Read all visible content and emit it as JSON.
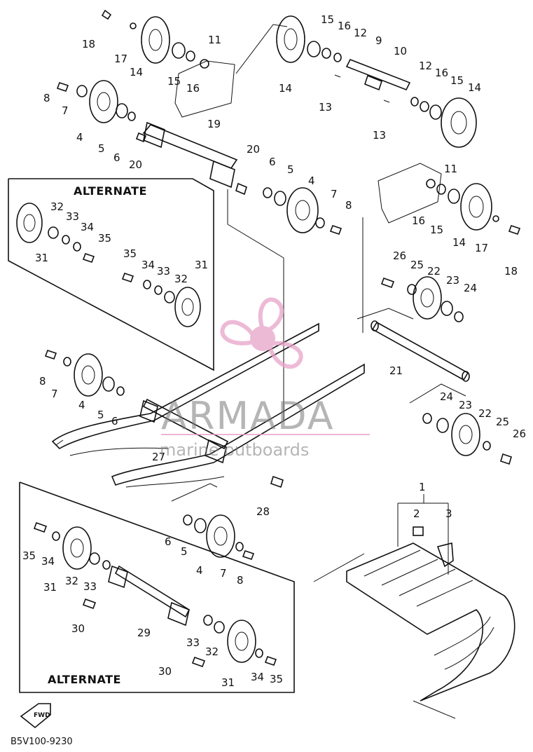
{
  "diagram": {
    "alternate_label": "ALTERNATE",
    "drawing_code": "B5V100-9230",
    "fwd_label": "FWD",
    "labels": [
      {
        "id": "18a",
        "text": "18"
      },
      {
        "id": "17a",
        "text": "17"
      },
      {
        "id": "14a",
        "text": "14"
      },
      {
        "id": "15a",
        "text": "15"
      },
      {
        "id": "16a",
        "text": "16"
      },
      {
        "id": "11a",
        "text": "11"
      },
      {
        "id": "14b",
        "text": "14"
      },
      {
        "id": "15b",
        "text": "15"
      },
      {
        "id": "16b",
        "text": "16"
      },
      {
        "id": "12a",
        "text": "12"
      },
      {
        "id": "9",
        "text": "9"
      },
      {
        "id": "10",
        "text": "10"
      },
      {
        "id": "12b",
        "text": "12"
      },
      {
        "id": "16c",
        "text": "16"
      },
      {
        "id": "15c",
        "text": "15"
      },
      {
        "id": "14c",
        "text": "14"
      },
      {
        "id": "13a",
        "text": "13"
      },
      {
        "id": "13b",
        "text": "13"
      },
      {
        "id": "8a",
        "text": "8"
      },
      {
        "id": "7a",
        "text": "7"
      },
      {
        "id": "4a",
        "text": "4"
      },
      {
        "id": "5a",
        "text": "5"
      },
      {
        "id": "6a",
        "text": "6"
      },
      {
        "id": "20a",
        "text": "20"
      },
      {
        "id": "19",
        "text": "19"
      },
      {
        "id": "20b",
        "text": "20"
      },
      {
        "id": "6b",
        "text": "6"
      },
      {
        "id": "5b",
        "text": "5"
      },
      {
        "id": "4b",
        "text": "4"
      },
      {
        "id": "7b",
        "text": "7"
      },
      {
        "id": "8b",
        "text": "8"
      },
      {
        "id": "11b",
        "text": "11"
      },
      {
        "id": "16d",
        "text": "16"
      },
      {
        "id": "15d",
        "text": "15"
      },
      {
        "id": "14d",
        "text": "14"
      },
      {
        "id": "17b",
        "text": "17"
      },
      {
        "id": "18b",
        "text": "18"
      },
      {
        "id": "32a",
        "text": "32"
      },
      {
        "id": "33a",
        "text": "33"
      },
      {
        "id": "34a",
        "text": "34"
      },
      {
        "id": "35a",
        "text": "35"
      },
      {
        "id": "31a",
        "text": "31"
      },
      {
        "id": "35b",
        "text": "35"
      },
      {
        "id": "34b",
        "text": "34"
      },
      {
        "id": "33b",
        "text": "33"
      },
      {
        "id": "32b",
        "text": "32"
      },
      {
        "id": "31b",
        "text": "31"
      },
      {
        "id": "26a",
        "text": "26"
      },
      {
        "id": "25a",
        "text": "25"
      },
      {
        "id": "22a",
        "text": "22"
      },
      {
        "id": "23a",
        "text": "23"
      },
      {
        "id": "24a",
        "text": "24"
      },
      {
        "id": "21",
        "text": "21"
      },
      {
        "id": "8c",
        "text": "8"
      },
      {
        "id": "7c",
        "text": "7"
      },
      {
        "id": "4c",
        "text": "4"
      },
      {
        "id": "5c",
        "text": "5"
      },
      {
        "id": "6c",
        "text": "6"
      },
      {
        "id": "24b",
        "text": "24"
      },
      {
        "id": "23b",
        "text": "23"
      },
      {
        "id": "22b",
        "text": "22"
      },
      {
        "id": "25b",
        "text": "25"
      },
      {
        "id": "26b",
        "text": "26"
      },
      {
        "id": "27",
        "text": "27"
      },
      {
        "id": "28",
        "text": "28"
      },
      {
        "id": "1",
        "text": "1"
      },
      {
        "id": "2",
        "text": "2"
      },
      {
        "id": "3",
        "text": "3"
      },
      {
        "id": "6d",
        "text": "6"
      },
      {
        "id": "5d",
        "text": "5"
      },
      {
        "id": "4d",
        "text": "4"
      },
      {
        "id": "7d",
        "text": "7"
      },
      {
        "id": "8d",
        "text": "8"
      },
      {
        "id": "35c",
        "text": "35"
      },
      {
        "id": "34c",
        "text": "34"
      },
      {
        "id": "31c",
        "text": "31"
      },
      {
        "id": "32c",
        "text": "32"
      },
      {
        "id": "33c",
        "text": "33"
      },
      {
        "id": "30a",
        "text": "30"
      },
      {
        "id": "29",
        "text": "29"
      },
      {
        "id": "33d",
        "text": "33"
      },
      {
        "id": "32d",
        "text": "32"
      },
      {
        "id": "30b",
        "text": "30"
      },
      {
        "id": "31d",
        "text": "31"
      },
      {
        "id": "34d",
        "text": "34"
      },
      {
        "id": "35d",
        "text": "35"
      }
    ]
  },
  "watermark": {
    "brand": "ARMADA",
    "tagline": "marine outboards",
    "color": "#e8a3c9"
  }
}
